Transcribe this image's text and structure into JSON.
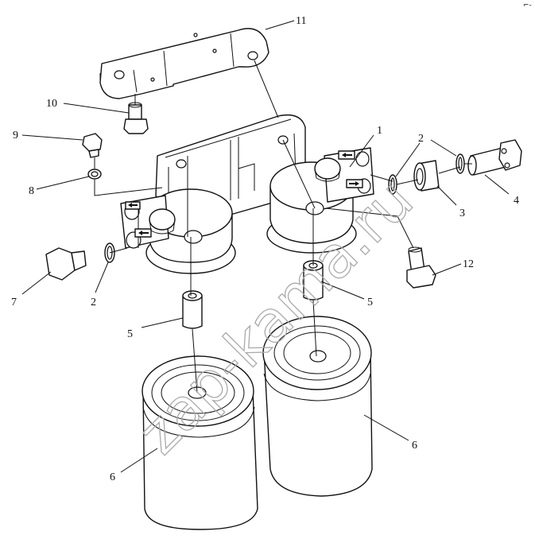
{
  "watermark": "zap-kama.ru",
  "corner_mark": "⌐-",
  "callouts": {
    "c1": "1",
    "c2a": "2",
    "c2b": "2",
    "c3": "3",
    "c4": "4",
    "c5a": "5",
    "c5b": "5",
    "c6a": "6",
    "c6b": "6",
    "c7": "7",
    "c8": "8",
    "c9": "9",
    "c10": "10",
    "c11": "11",
    "c12": "12"
  }
}
